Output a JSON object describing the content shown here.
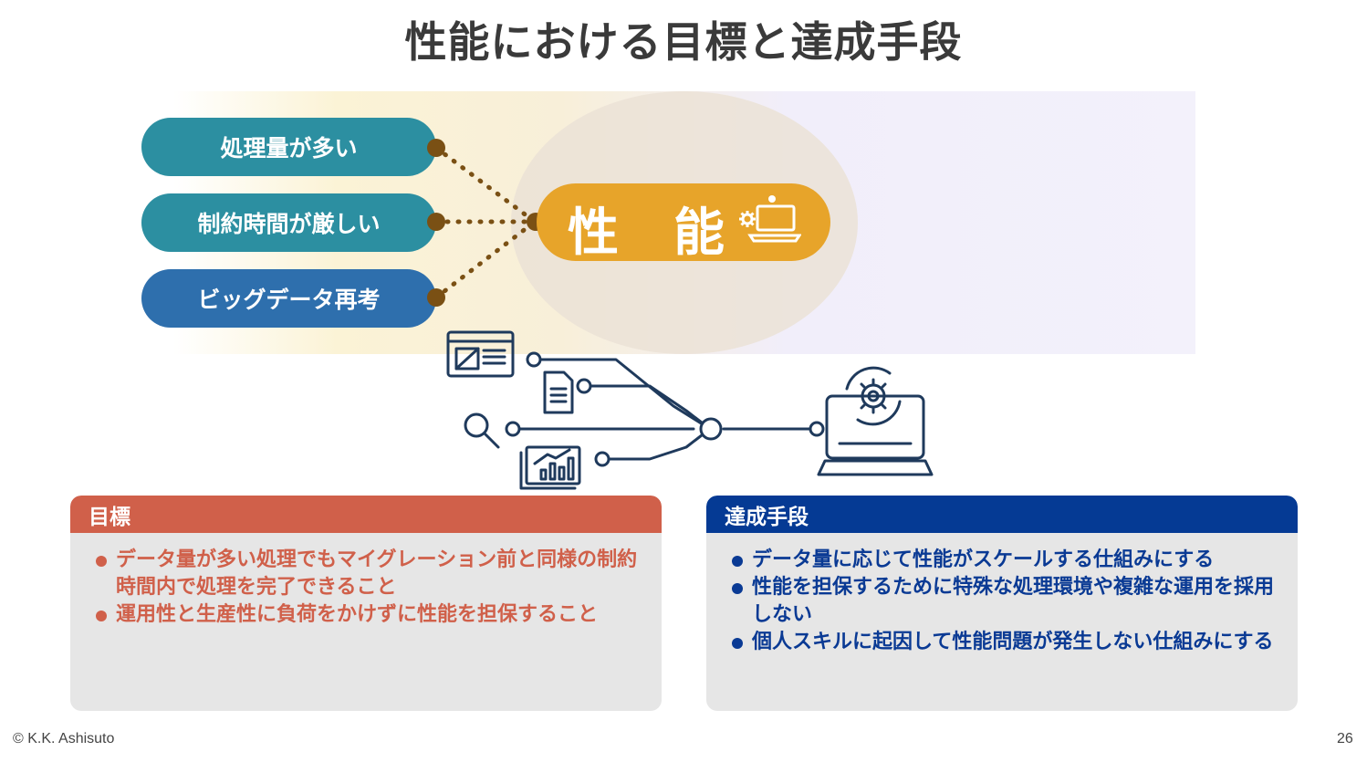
{
  "slide": {
    "title": "性能における目標と達成手段",
    "factors": [
      {
        "label": "処理量が多い"
      },
      {
        "label": "制約時間が厳しい"
      },
      {
        "label": "ビッグデータ再考"
      }
    ],
    "center_label": "性　能",
    "icons": [
      "gear-laptop-icon",
      "browser-window-icon",
      "document-icon",
      "magnifier-icon",
      "growth-chart-icon",
      "laptop-sync-icon"
    ],
    "colors": {
      "teal": "#2c8fa1",
      "blue": "#2e6fad",
      "orange": "#e7a42a",
      "red": "#d0604a",
      "navy": "#053a94",
      "connector": "#7a5014"
    }
  },
  "goal_card": {
    "header": "目標",
    "bullets": [
      "データ量が多い処理でもマイグレーション前と同様の制約時間内で処理を完了できること",
      "運用性と生産性に負荷をかけずに性能を担保すること"
    ]
  },
  "means_card": {
    "header": "達成手段",
    "bullets": [
      "データ量に応じて性能がスケールする仕組みにする",
      "性能を担保するために特殊な処理環境や複雑な運用を採用しない",
      "個人スキルに起因して性能問題が発生しない仕組みにする"
    ]
  },
  "footer": {
    "copyright": "© K.K. Ashisuto",
    "page_number": "26"
  }
}
